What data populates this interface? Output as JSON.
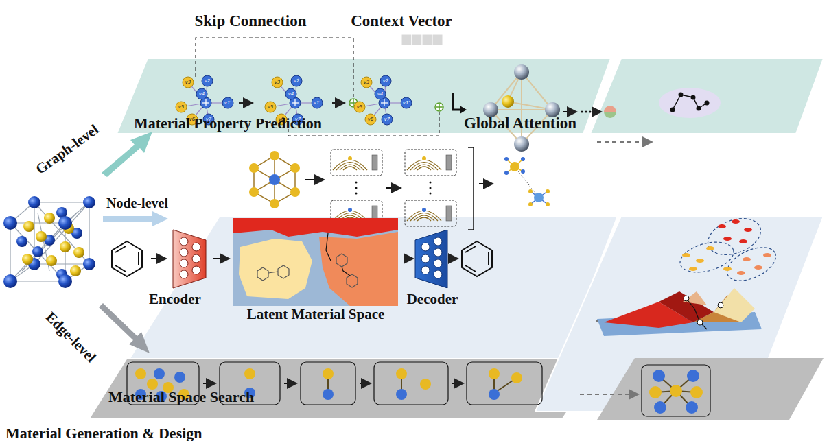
{
  "diagram": {
    "nodes": [
      {
        "text": [
          "Material Property Prediction"
        ]
      },
      {
        "text": [
          "Material Space Search"
        ]
      },
      {
        "text": [
          "Material Generation & Design"
        ]
      }
    ],
    "labels": [
      "Skip Connection",
      "Context Vector",
      "Global Attention",
      "Graph-level",
      "Node-level",
      "Edge-level",
      "Encoder",
      "Latent Material Space",
      "Decoder",
      "v3",
      "v2",
      "v4",
      "v5",
      "v6",
      "v7",
      "v1'",
      "v3",
      "v2",
      "v4",
      "v5",
      "v6",
      "v7",
      "v1'",
      "v3",
      "v2",
      "v4",
      "v5",
      "v6",
      "v7",
      "v1'"
    ]
  }
}
